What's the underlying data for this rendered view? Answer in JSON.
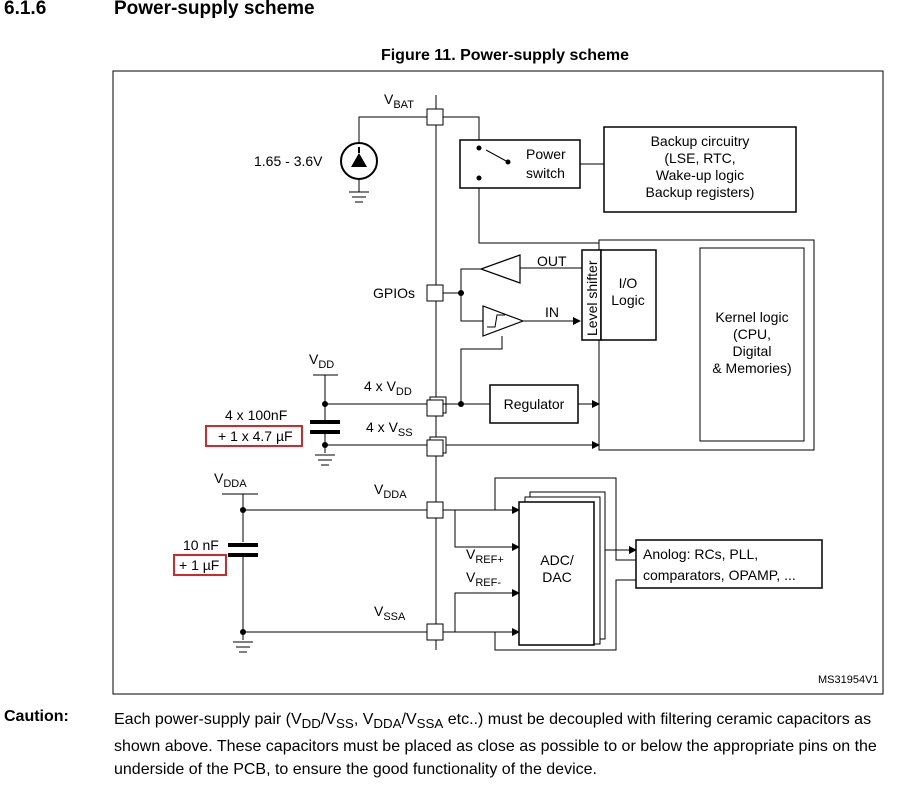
{
  "section": {
    "number": "6.1.6",
    "title": "Power-supply scheme"
  },
  "figure": {
    "caption": "Figure 11. Power-supply scheme",
    "code": "MS31954V1"
  },
  "labels": {
    "vbat_v": "V",
    "vbat_sub": "BAT",
    "battery_range": "1.65 - 3.6V",
    "power_switch_1": "Power",
    "power_switch_2": "switch",
    "backup_1": "Backup circuitry",
    "backup_2": "(LSE, RTC,",
    "backup_3": "Wake-up logic",
    "backup_4": "Backup registers)",
    "out": "OUT",
    "in": "IN",
    "gpios": "GPIOs",
    "level_shifter": "Level shifter",
    "io_1": "I/O",
    "io_2": "Logic",
    "kernel_1": "Kernel logic",
    "kernel_2": "(CPU,",
    "kernel_3": "Digital",
    "kernel_4": "& Memories)",
    "vdd_v": "V",
    "vdd_sub": "DD",
    "four_vdd_prefix": "4 x V",
    "four_vdd_sub": "DD",
    "four_vss_prefix": "4 x V",
    "four_vss_sub": "SS",
    "cap_vdd_1": "4 x 100nF",
    "cap_vdd_2": "+ 1 x 4.7 µF",
    "regulator": "Regulator",
    "vdda_left_v": "V",
    "vdda_left_sub": "DDA",
    "vdda_pin_v": "V",
    "vdda_pin_sub": "DDA",
    "vrefp_v": "V",
    "vrefp_sub": "REF+",
    "vrefm_v": "V",
    "vrefm_sub": "REF-",
    "vssa_v": "V",
    "vssa_sub": "SSA",
    "cap_vdda_1": "10 nF",
    "cap_vdda_2": "+ 1 µF",
    "adc_1": "ADC/",
    "adc_2": "DAC",
    "analog_1": "Anolog: RCs, PLL,",
    "analog_2": "comparators, OPAMP, ..."
  },
  "caution": {
    "label": "Caution:",
    "line1_a": "Each power-supply pair (V",
    "line1_s1": "DD",
    "line1_b": "/V",
    "line1_s2": "SS",
    "line1_c": ", V",
    "line1_s3": "DDA",
    "line1_d": "/V",
    "line1_s4": "SSA",
    "line1_e": " etc..) must be decoupled with filtering",
    "rest": "ceramic capacitors as shown above. These capacitors must be placed as close as possible to or below the appropriate pins on the underside of the PCB, to ensure the good functionality of the device."
  },
  "colors": {
    "highlight": "#d0282c",
    "line": "#000000"
  }
}
